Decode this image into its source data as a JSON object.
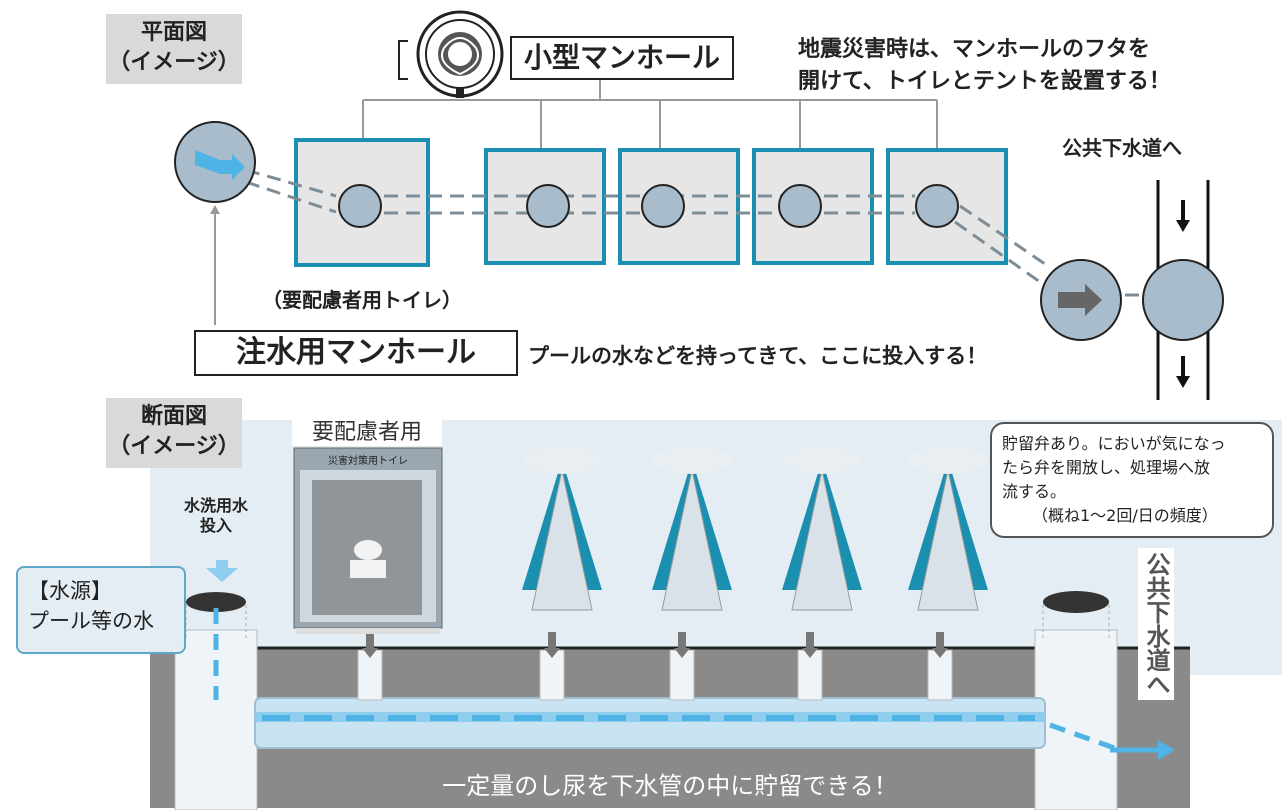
{
  "plan": {
    "section_label_line1": "平面図",
    "section_label_line2": "（イメージ）",
    "small_manhole_label": "小型マンホール",
    "disaster_note_line1": "地震災害時は、マンホールのフタを",
    "disaster_note_line2": "開けて、トイレとテントを設置する！",
    "public_sewer_label": "公共下水道へ",
    "priority_toilet_label": "（要配慮者用トイレ）",
    "inlet_manhole_label": "注水用マンホール",
    "inlet_note": "プールの水などを持ってきて、ここに投入する！"
  },
  "section": {
    "section_label_line1": "断面図",
    "section_label_line2": "（イメージ）",
    "priority_label": "要配慮者用",
    "booth_sign": "災害対策用トイレ",
    "flush_water_line1": "水洗用水",
    "flush_water_line2": "投入",
    "water_source_line1": "【水源】",
    "water_source_line2": "プール等の水",
    "valve_note_line1": "貯留弁あり。においが気になっ",
    "valve_note_line2": "たら弁を開放し、処理場へ放",
    "valve_note_line3": "流する。",
    "valve_note_line4": "（概ね1～2回/日の頻度）",
    "public_sewer_vertical": "公共下水道へ",
    "storage_note": "一定量のし尿を下水管の中に貯留できる！"
  },
  "colors": {
    "teal": "#1a8fb0",
    "manhole_fill": "#a9bccb",
    "water_blue": "#5fbfe8",
    "ground": "#7a7a7a"
  }
}
